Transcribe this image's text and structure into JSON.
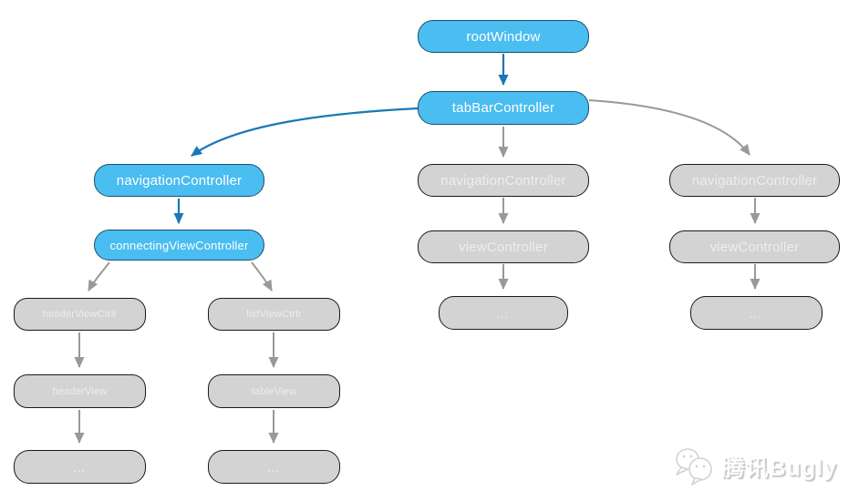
{
  "diagram": {
    "colors": {
      "node_blue_fill": "#4ABDF1",
      "node_blue_border": "#1C4F6B",
      "node_gray_fill": "#D3D3D3",
      "node_gray_border": "#1A1A1A",
      "arrow_blue": "#1878B5",
      "arrow_gray": "#999999",
      "node_text_on_blue": "#FFFFFF",
      "node_text_on_gray": "#EDEDED"
    },
    "nodes": {
      "root_window": {
        "label": "rootWindow"
      },
      "tab_bar_controller": {
        "label": "tabBarController"
      },
      "nav_left": {
        "label": "navigationController"
      },
      "connecting_vc": {
        "label": "connectingViewController"
      },
      "header_view_ctrlr": {
        "label": "headerViewCtrlr"
      },
      "list_view_ctrlr": {
        "label": "listViewCtrlr"
      },
      "header_view": {
        "label": "headerView"
      },
      "table_view": {
        "label": "tableView"
      },
      "nav_mid": {
        "label": "navigationController"
      },
      "view_mid": {
        "label": "viewController"
      },
      "nav_right": {
        "label": "navigationController"
      },
      "view_right": {
        "label": "viewController"
      },
      "ellipsis_left_header": {
        "label": "…"
      },
      "ellipsis_left_list": {
        "label": "…"
      },
      "ellipsis_mid": {
        "label": "…"
      },
      "ellipsis_right": {
        "label": "…"
      }
    },
    "edges": [
      {
        "from": "rootWindow",
        "to": "tabBarController",
        "color": "blue"
      },
      {
        "from": "tabBarController",
        "to": "navigationController-left",
        "color": "blue"
      },
      {
        "from": "tabBarController",
        "to": "navigationController-middle",
        "color": "gray"
      },
      {
        "from": "tabBarController",
        "to": "navigationController-right",
        "color": "gray"
      },
      {
        "from": "navigationController-left",
        "to": "connectingViewController",
        "color": "blue"
      },
      {
        "from": "connectingViewController",
        "to": "headerViewCtrlr",
        "color": "gray"
      },
      {
        "from": "connectingViewController",
        "to": "listViewCtrlr",
        "color": "gray"
      },
      {
        "from": "headerViewCtrlr",
        "to": "headerView",
        "color": "gray"
      },
      {
        "from": "headerView",
        "to": "ellipsis-left-header",
        "color": "gray"
      },
      {
        "from": "listViewCtrlr",
        "to": "tableView",
        "color": "gray"
      },
      {
        "from": "tableView",
        "to": "ellipsis-left-list",
        "color": "gray"
      },
      {
        "from": "navigationController-middle",
        "to": "viewController-middle",
        "color": "gray"
      },
      {
        "from": "viewController-middle",
        "to": "ellipsis-middle",
        "color": "gray"
      },
      {
        "from": "navigationController-right",
        "to": "viewController-right",
        "color": "gray"
      },
      {
        "from": "viewController-right",
        "to": "ellipsis-right",
        "color": "gray"
      }
    ]
  },
  "watermark": {
    "text": "腾讯Bugly",
    "logo": "chat-bubbles-icon"
  }
}
